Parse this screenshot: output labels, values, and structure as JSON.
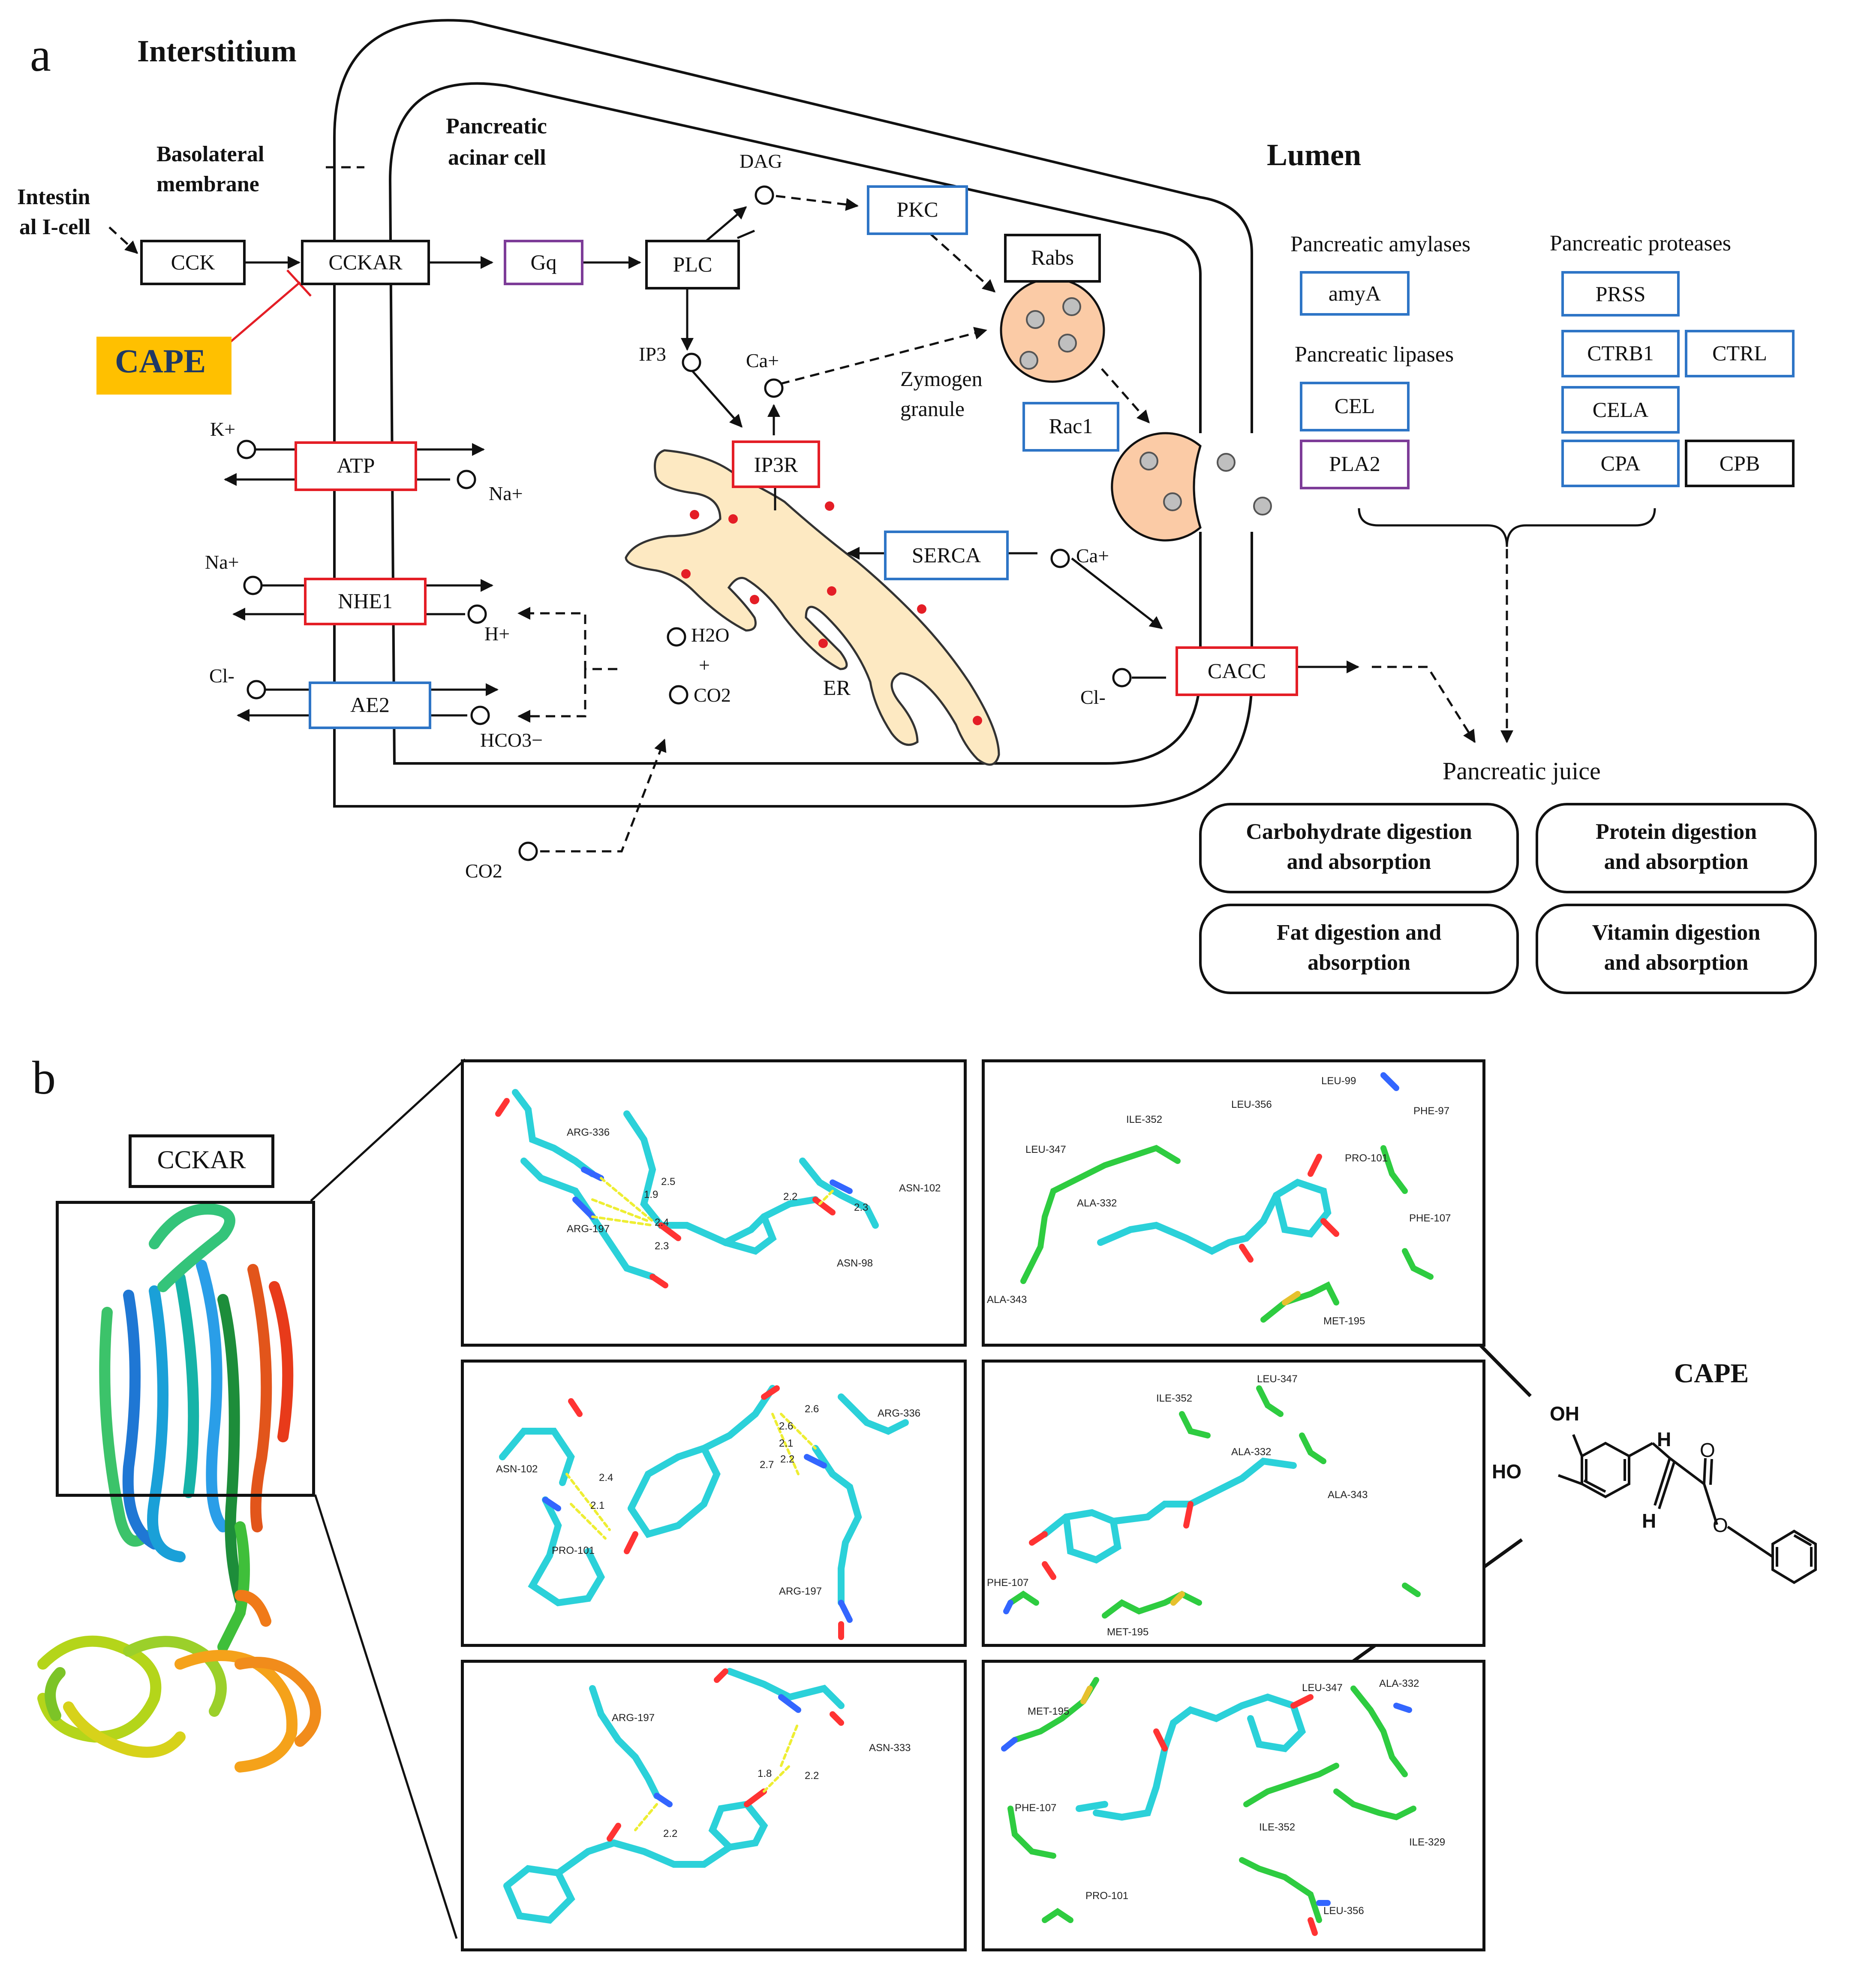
{
  "panel_a": {
    "letter": "a",
    "interstitium": "Interstitium",
    "lumen": "Lumen",
    "basolateral": [
      "Basolateral",
      "membrane"
    ],
    "acinar": [
      "Pancreatic",
      "acinar cell"
    ],
    "icell": [
      "Intestin",
      "al I-cell"
    ],
    "cape": "CAPE",
    "nodes": {
      "cck": "CCK",
      "cckar": "CCKAR",
      "gq": "Gq",
      "plc": "PLC",
      "pkc": "PKC",
      "rabs": "Rabs",
      "rac1": "Rac1",
      "atp": "ATP",
      "nhe1": "NHE1",
      "ae2": "AE2",
      "ip3r": "IP3R",
      "serca": "SERCA",
      "cacc": "CACC",
      "amya": "amyA",
      "cel": "CEL",
      "pla2": "PLA2",
      "prss": "PRSS",
      "ctrb1": "CTRB1",
      "ctrl": "CTRL",
      "cela": "CELA",
      "cpa": "CPA",
      "cpb": "CPB"
    },
    "ions": {
      "dag": "DAG",
      "ip3": "IP3",
      "ca_a": "Ca+",
      "ca_b": "Ca+",
      "k": "K+",
      "na_a": "Na+",
      "na_b": "Na+",
      "h": "H+",
      "cl_a": "Cl-",
      "cl_b": "Cl-",
      "hco3": "HCO3−",
      "h2o": "H2O",
      "plus": "+",
      "co2_a": "CO2",
      "co2_b": "CO2",
      "er": "ER"
    },
    "zymogen": [
      "Zymogen",
      "granule"
    ],
    "groups": {
      "amylases": "Pancreatic amylases",
      "lipases": "Pancreatic lipases",
      "proteases": "Pancreatic proteases"
    },
    "juice": "Pancreatic juice",
    "outcomes": {
      "carb": [
        "Carbohydrate digestion",
        "and absorption"
      ],
      "protein": [
        "Protein digestion",
        "and absorption"
      ],
      "fat": [
        "Fat digestion and",
        "absorption"
      ],
      "vitamin": [
        "Vitamin digestion",
        "and absorption"
      ]
    },
    "colors": {
      "red": "#e41e26",
      "blue": "#2e75c6",
      "purple": "#7d3c98",
      "black": "#111111",
      "cape_bg": "#ffc000",
      "cape_text": "#1f3864",
      "granule": "#fbcba6",
      "er": "#fde9c2"
    }
  },
  "panel_b": {
    "letter": "b",
    "cckar": "CCKAR",
    "cape": "CAPE",
    "mol": {
      "oh": "OH",
      "ho": "HO",
      "h_top": "H",
      "h_bot": "H",
      "o_carbonyl": "O",
      "o_ester": "O"
    },
    "panels": [
      {
        "residues": [
          "ARG-336",
          "ARG-197",
          "ASN-102",
          "ASN-98"
        ],
        "distances": [
          "2.5",
          "1.9",
          "2.4",
          "2.3",
          "2.2",
          "2.3"
        ]
      },
      {
        "residues": [
          "LEU-99",
          "ILE-352",
          "LEU-356",
          "PHE-97",
          "LEU-347",
          "PRO-101",
          "ALA-332",
          "PHE-107",
          "ALA-343",
          "MET-195"
        ]
      },
      {
        "residues": [
          "ARG-336",
          "ASN-102",
          "PRO-101",
          "ARG-197"
        ],
        "distances": [
          "2.6",
          "2.6",
          "2.1",
          "2.2",
          "2.7",
          "2.4",
          "2.1"
        ]
      },
      {
        "residues": [
          "ILE-352",
          "LEU-347",
          "ALA-332",
          "ALA-343",
          "PHE-107",
          "MET-195"
        ]
      },
      {
        "residues": [
          "ARG-197",
          "ASN-333"
        ],
        "distances": [
          "1.8",
          "2.2",
          "2.2"
        ]
      },
      {
        "residues": [
          "LEU-347",
          "ALA-332",
          "MET-195",
          "PHE-107",
          "ILE-352",
          "ILE-329",
          "PRO-101",
          "LEU-356"
        ]
      }
    ]
  }
}
